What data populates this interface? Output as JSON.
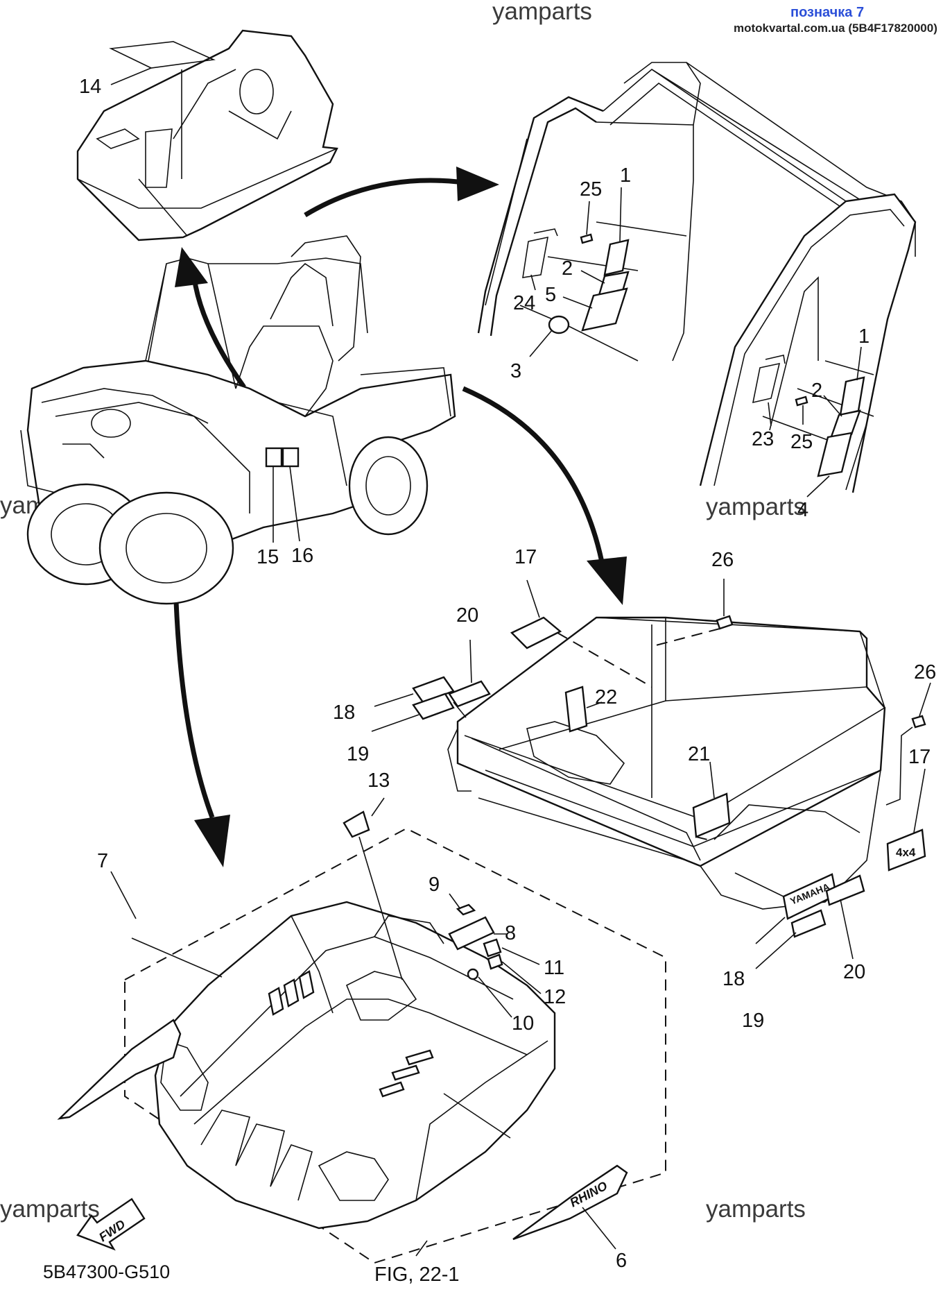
{
  "header": {
    "label": "позначка 7",
    "source": "motokvartal.com.ua (5B4F17820000)"
  },
  "watermarks": [
    "yamparts",
    "yamparts",
    "yamparts",
    "yamparts",
    "yamparts",
    "yamparts"
  ],
  "callouts": [
    "14",
    "25",
    "1",
    "2",
    "5",
    "24",
    "3",
    "1",
    "2",
    "23",
    "25",
    "4",
    "15",
    "16",
    "17",
    "26",
    "20",
    "18",
    "19",
    "22",
    "21",
    "26",
    "17",
    "13",
    "7",
    "9",
    "8",
    "11",
    "12",
    "10",
    "18",
    "19",
    "20",
    "6"
  ],
  "decals": {
    "fwd": "FWD",
    "yamaha": "YAMAHA",
    "rhino": "RHINO",
    "four_by_four": "4x4"
  },
  "footer": {
    "part_code": "5B47300-G510",
    "figure_ref": "FIG, 22-1"
  }
}
